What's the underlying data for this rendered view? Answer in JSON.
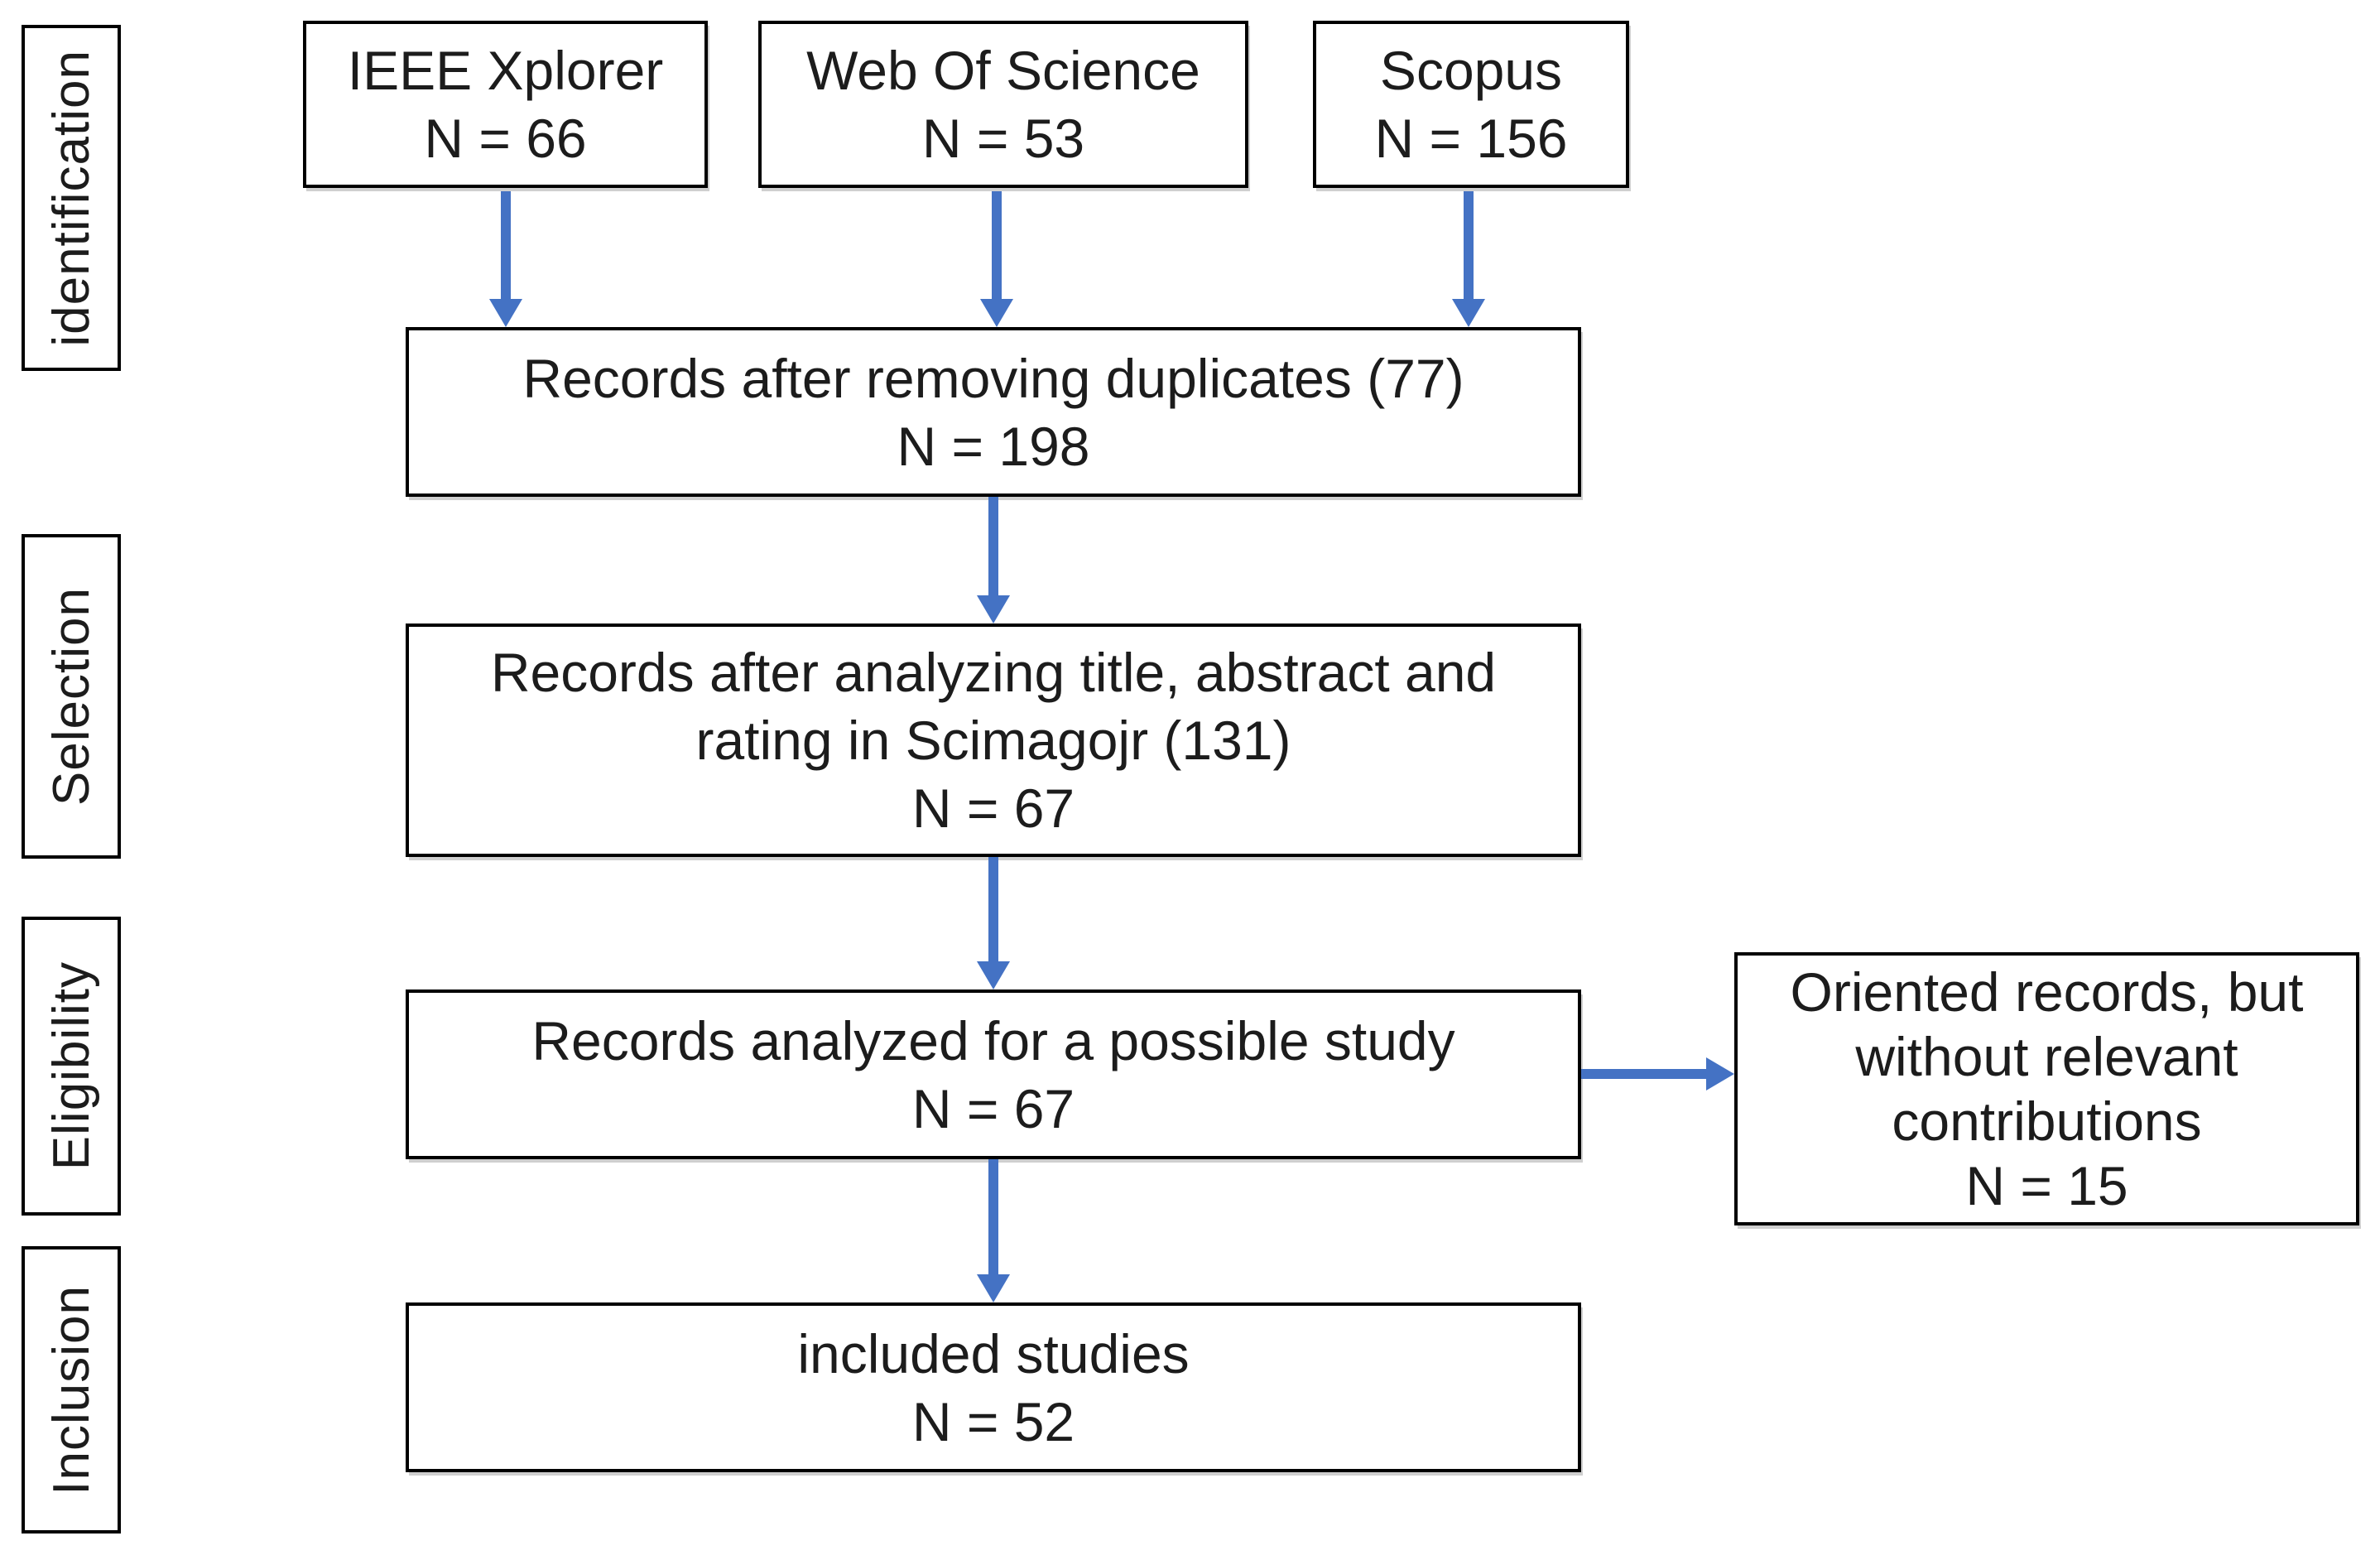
{
  "colors": {
    "arrow": "#4472C4",
    "border": "#000000",
    "text": "#1c1c1c",
    "background": "#ffffff"
  },
  "stage_labels": [
    {
      "label": "identification"
    },
    {
      "label": "Selection"
    },
    {
      "label": "Eligibility"
    },
    {
      "label": "Inclusion"
    }
  ],
  "source_boxes": [
    {
      "name": "IEEE Xplorer",
      "count": "N = 66"
    },
    {
      "name": "Web Of Science",
      "count": "N = 53"
    },
    {
      "name": "Scopus",
      "count": "N = 156"
    }
  ],
  "flow_boxes": {
    "duplicates": {
      "line1": "Records after removing duplicates (77)",
      "count": "N = 198"
    },
    "screening": {
      "line1": "Records after analyzing title, abstract and",
      "line2": "rating in Scimagojr (131)",
      "count": "N = 67"
    },
    "eligibility": {
      "line1": "Records analyzed for a possible study",
      "count": "N = 67"
    },
    "included": {
      "line1": "included studies",
      "count": "N = 52"
    }
  },
  "excluded_box": {
    "line1": "Oriented records, but",
    "line2": "without relevant",
    "line3": "contributions",
    "count": "N = 15"
  }
}
